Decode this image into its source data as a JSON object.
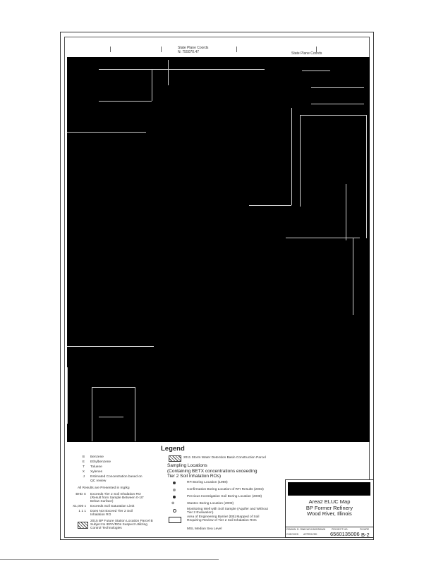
{
  "coords": {
    "top_center": [
      "State Plane Coords",
      "N: 755070.47"
    ],
    "top_right": [
      "State Plane Coords"
    ]
  },
  "legend": {
    "title": "Legend",
    "abbreviations": [
      {
        "sym": "B",
        "text": "Benzene"
      },
      {
        "sym": "E",
        "text": "Ethylbenzene"
      },
      {
        "sym": "T",
        "text": "Toluene"
      },
      {
        "sym": "X",
        "text": "Xylenes"
      },
      {
        "sym": "J",
        "text": "Estimated Concentration based on"
      },
      {
        "sym": "",
        "text": "QC review"
      }
    ],
    "results_note": "All Results are Presented in mg/kg",
    "exceed_items": [
      {
        "sym": "BHD X",
        "lines": [
          "Exceeds Tier 2 Soil Inhalation RO",
          "(Result from Sample Between 0-10'",
          "Below Surface)"
        ]
      },
      {
        "sym": "X1,000 x",
        "lines": [
          "Exceeds Soil Saturation Limit"
        ]
      },
      {
        "sym": "1 1 1",
        "lines": [
          "Does Not Exceed Tier 2 Soil",
          "Inhalation RO"
        ]
      }
    ],
    "plume_lines": [
      "2015 BP Future Station Location Parcel B",
      "Subject to IEPA/ROs Suspect Utilizing",
      "Control Technologies"
    ],
    "boundary_label": "2011 Storm Water Detention Basin Construction Parcel",
    "sampling_heading": [
      "Sampling Locations",
      "(Containing BETX concentrations exceeding",
      "Tier 2 Soil Inhalation ROs)"
    ],
    "sampling_items": [
      "RFI Boring Location (1998)",
      "Confirmation Boring Location of RFI Results (2003)",
      "Previous Investigation Soil Boring Location (2008)",
      "Stantec Boring Location (2009)",
      "Monitoring Well with Soil Sample (Aquifer and Without Tier 2 Evaluation)",
      "Area of Engineering Barrier (EB) Mapped of Soil Requiring Review of Tier 2 Soil Inhalation ROs",
      "MSL Median Sea Level"
    ]
  },
  "title_block": {
    "title_lines": [
      "Area2 ELUC Map",
      "BP Former Refinery",
      "Wood River, Illinois"
    ],
    "small_labels": [
      "DRAWN: D. RN",
      "ACAD/CADDRAWN",
      "CHECKED",
      "PROJECT NO.",
      "APPROVED",
      "FIGURE"
    ],
    "project_no": "6560135006",
    "figure": "B-2"
  }
}
